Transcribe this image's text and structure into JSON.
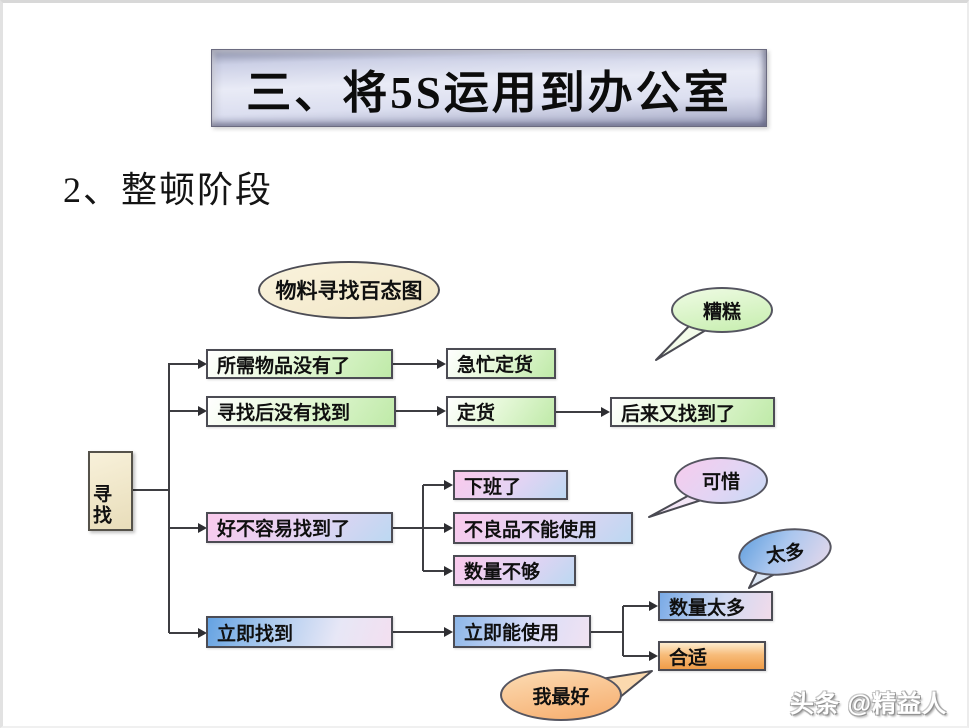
{
  "slide": {
    "title": "三、将5S运用到办公室",
    "subtitle": "2、整顿阶段",
    "watermark": "头条 @精益人"
  },
  "diagram": {
    "ellipse_title": "物料寻找百态图",
    "root_label": "寻找",
    "boxes": {
      "needed_gone": "所需物品没有了",
      "rush_order": "急忙定货",
      "not_found": "寻找后没有找到",
      "order": "定货",
      "found_later": "后来又找到了",
      "hard_found": "好不容易找到了",
      "off_work": "下班了",
      "defective": "不良品不能使用",
      "not_enough": "数量不够",
      "found_now": "立即找到",
      "usable_now": "立即能使用",
      "too_many": "数量太多",
      "just_right": "合适"
    },
    "bubbles": {
      "bad": "糟糕",
      "pity": "可惜",
      "too_much": "太多",
      "best": "我最好"
    },
    "colors": {
      "box_green": "#bfeaa8",
      "box_pink": "#fac9ec",
      "box_blue": "#64a2e2",
      "box_orange": "#ef9c48",
      "bubble_green": "#c6eeae",
      "bubble_blue": "#5f9ede",
      "bubble_orange": "#f6ac6c",
      "banner_lavender": "#dcdff0"
    }
  }
}
